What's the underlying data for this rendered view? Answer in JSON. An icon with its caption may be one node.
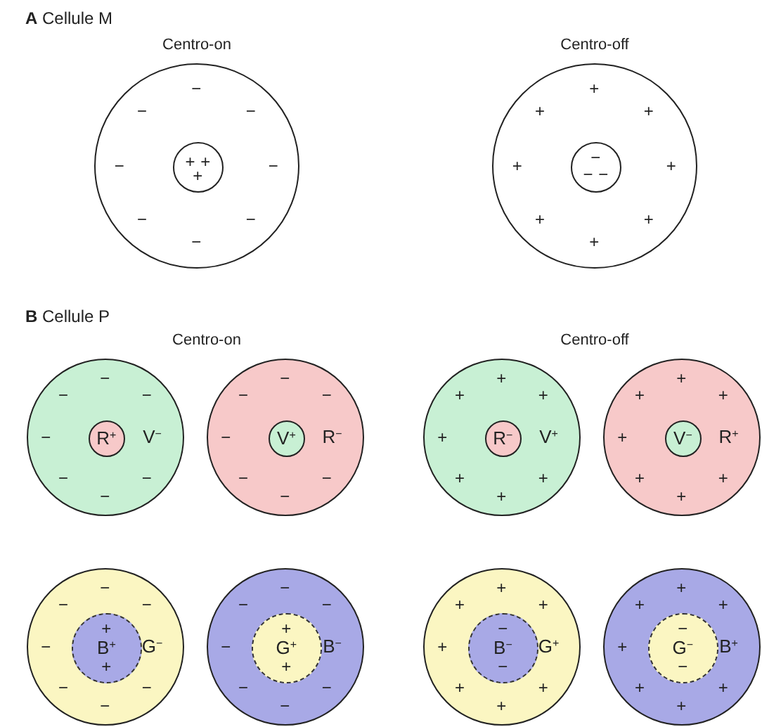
{
  "diagram": {
    "nodes": [
      {
        "text": [
          "−",
          "−",
          "−",
          "−",
          "−",
          "−",
          "−",
          "−"
        ]
      },
      {
        "text": [
          "+",
          "+",
          "+"
        ],
        "in": 0
      },
      {
        "text": [
          "+",
          "+",
          "+",
          "+",
          "+",
          "+",
          "+",
          "+"
        ]
      },
      {
        "text": [
          "−",
          "−",
          "−"
        ],
        "in": 2
      },
      {
        "text": [
          "−",
          "−",
          "−",
          "−",
          "V$^{−}$",
          "−",
          "−",
          "−"
        ]
      },
      {
        "text": [
          "R$^{+}$"
        ],
        "in": 4
      },
      {
        "text": [
          "−",
          "−",
          "−",
          "−",
          "R$^{−}$",
          "−",
          "−",
          "−"
        ]
      },
      {
        "text": [
          "V$^{+}$"
        ],
        "in": 6
      },
      {
        "text": [
          "+",
          "+",
          "+",
          "+",
          "V$^{+}$",
          "+",
          "+",
          "+"
        ]
      },
      {
        "text": [
          "R$^{−}$"
        ],
        "in": 8
      },
      {
        "text": [
          "+",
          "+",
          "+",
          "+",
          "R$^{+}$",
          "+",
          "+",
          "+"
        ]
      },
      {
        "text": [
          "V$^{−}$"
        ],
        "in": 10
      },
      {
        "text": [
          "−",
          "−",
          "−",
          "−",
          "G$^{−}$",
          "−",
          "−",
          "−"
        ]
      },
      {
        "text": [
          "+",
          "B$^{+}$",
          "+"
        ],
        "in": 12
      },
      {
        "text": [
          "−",
          "−",
          "−",
          "−",
          "B$^{−}$",
          "−",
          "−",
          "−"
        ]
      },
      {
        "text": [
          "+",
          "G$^{+}$",
          "+"
        ],
        "in": 14
      },
      {
        "text": [
          "+",
          "+",
          "+",
          "+",
          "G$^{+}$",
          "+",
          "+",
          "+"
        ]
      },
      {
        "text": [
          "−",
          "B$^{−}$",
          "−"
        ],
        "in": 16
      },
      {
        "text": [
          "+",
          "+",
          "+",
          "+",
          "B$^{+}$",
          "+",
          "+",
          "+"
        ]
      },
      {
        "text": [
          "−",
          "G$^{−}$",
          "−"
        ],
        "in": 18
      }
    ],
    "labels": [
      "**A** Cellule M",
      "Centro-on",
      "Centro-off",
      "**B** Cellule P",
      "Centro-on",
      "Centro-off"
    ]
  }
}
